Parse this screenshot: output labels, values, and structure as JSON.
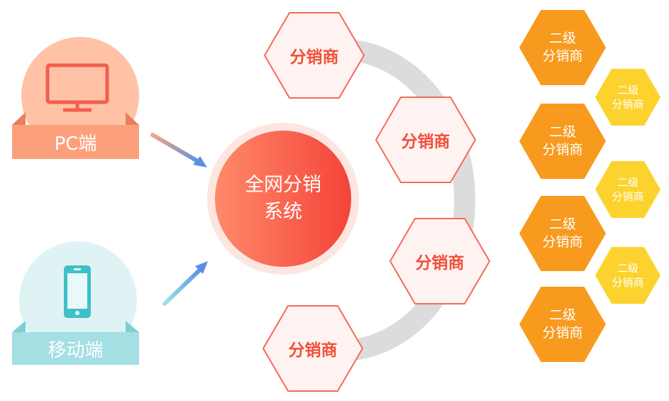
{
  "sources": {
    "pc_label": "PC端",
    "mobile_label": "移动端"
  },
  "center": {
    "label": "全网分销\n系统"
  },
  "distributors": [
    {
      "label": "分销商"
    },
    {
      "label": "分销商"
    },
    {
      "label": "分销商"
    },
    {
      "label": "分销商"
    }
  ],
  "secondary_distributors_orange": [
    {
      "label": "二级\n分销商"
    },
    {
      "label": "二级\n分销商"
    },
    {
      "label": "二级\n分销商"
    },
    {
      "label": "二级\n分销商"
    }
  ],
  "secondary_distributors_yellow": [
    {
      "label": "二级\n分销商"
    },
    {
      "label": "二级\n分销商"
    },
    {
      "label": "二级\n分销商"
    }
  ],
  "colors": {
    "pc_circle": "#ffc2a6",
    "pc_box": "#fca07c",
    "mobile_circle": "#dff3f4",
    "mobile_box": "#a3dfe3",
    "center_fill": "#f44f3e",
    "distributor_text": "#f0503a",
    "orange_hex": "#f79a1e",
    "yellow_hex": "#fcd32e",
    "arc": "#dcdcdc"
  }
}
